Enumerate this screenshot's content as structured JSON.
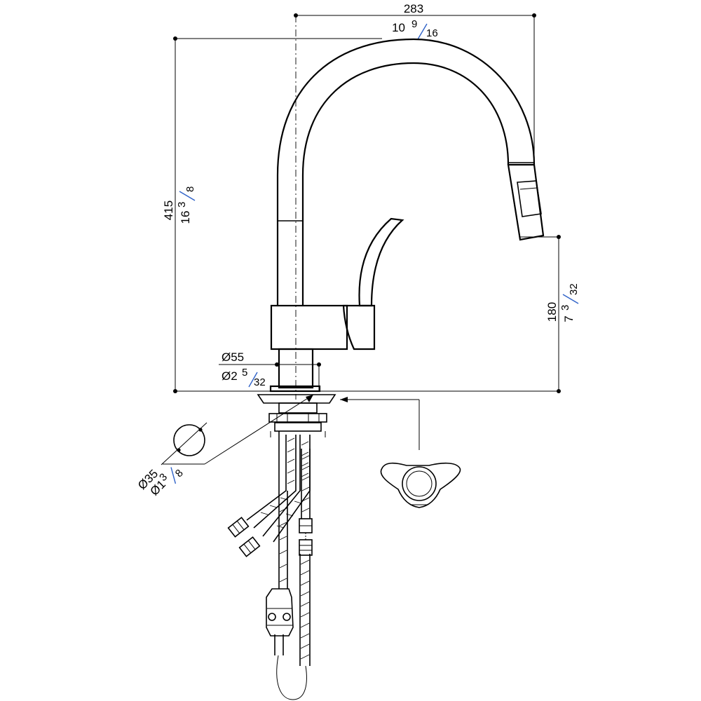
{
  "dimensions": {
    "width": {
      "mm": "283",
      "inch_whole": "10",
      "inch_num": "9",
      "inch_den": "16"
    },
    "height": {
      "mm": "415",
      "inch_whole": "16",
      "inch_num": "3",
      "inch_den": "8"
    },
    "spout_height": {
      "mm": "180",
      "inch_whole": "7",
      "inch_num": "3",
      "inch_den": "32"
    },
    "base_diameter": {
      "mm": "Ø55",
      "inch_whole": "Ø2",
      "inch_num": "5",
      "inch_den": "32"
    },
    "hole_diameter": {
      "mm": "Ø35",
      "inch_whole": "Ø1",
      "inch_num": "3",
      "inch_den": "8"
    }
  },
  "colors": {
    "line": "#000000",
    "fraction_slash": "#2f62c8",
    "background": "#ffffff"
  }
}
